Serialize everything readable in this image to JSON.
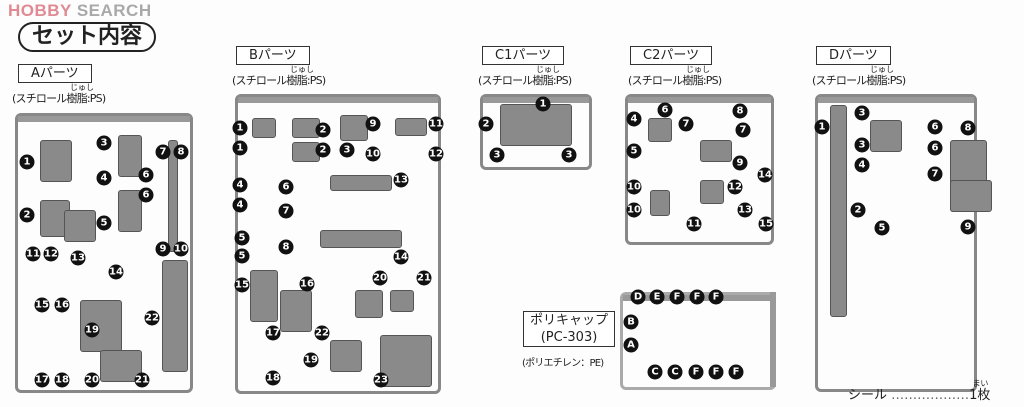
{
  "watermark": {
    "part1": "HOBBY",
    "part2": "SEARCH"
  },
  "title": "セット内容",
  "sprues": [
    {
      "id": "A",
      "label": "Aパーツ",
      "material": "(スチロール樹脂:PS)",
      "sprue_tag": "A",
      "markers": [
        "1",
        "2",
        "3",
        "4",
        "5",
        "6",
        "6",
        "7",
        "8",
        "9",
        "10",
        "11",
        "12",
        "13",
        "14",
        "15",
        "16",
        "17",
        "18",
        "19",
        "20",
        "21",
        "22"
      ]
    },
    {
      "id": "B",
      "label": "Bパーツ",
      "material": "(スチロール樹脂:PS)",
      "sprue_tag": "B",
      "markers": [
        "1",
        "1",
        "2",
        "2",
        "3",
        "9",
        "10",
        "11",
        "12",
        "13",
        "4",
        "4",
        "6",
        "7",
        "5",
        "5",
        "8",
        "14",
        "15",
        "16",
        "20",
        "21",
        "17",
        "22",
        "18",
        "19",
        "23"
      ]
    },
    {
      "id": "C1",
      "label": "C1パーツ",
      "material": "(スチロール樹脂:PS)",
      "sprue_tag": "C1",
      "markers": [
        "1",
        "2",
        "3",
        "3"
      ]
    },
    {
      "id": "C2",
      "label": "C2パーツ",
      "material": "(スチロール樹脂:PS)",
      "sprue_tag": "C2",
      "markers": [
        "8",
        "6",
        "4",
        "7",
        "7",
        "5",
        "9",
        "14",
        "10",
        "10",
        "12",
        "11",
        "13",
        "15"
      ]
    },
    {
      "id": "D",
      "label": "Dパーツ",
      "material": "(スチロール樹脂:PS)",
      "sprue_tag": "D",
      "markers": [
        "3",
        "1",
        "6",
        "8",
        "3",
        "6",
        "4",
        "7",
        "2",
        "5",
        "9"
      ]
    },
    {
      "id": "PC",
      "label": "ポリキャップ",
      "label2": "(PC-303)",
      "material": "(ポリエチレン：PE)",
      "markers": [
        "D",
        "E",
        "F",
        "F",
        "F",
        "B",
        "A",
        "C",
        "C",
        "F",
        "F",
        "F"
      ]
    }
  ],
  "furigana": "じゅし",
  "seal": {
    "label": "シール",
    "dots": "………………",
    "count": "1枚",
    "furigana": "まい"
  }
}
